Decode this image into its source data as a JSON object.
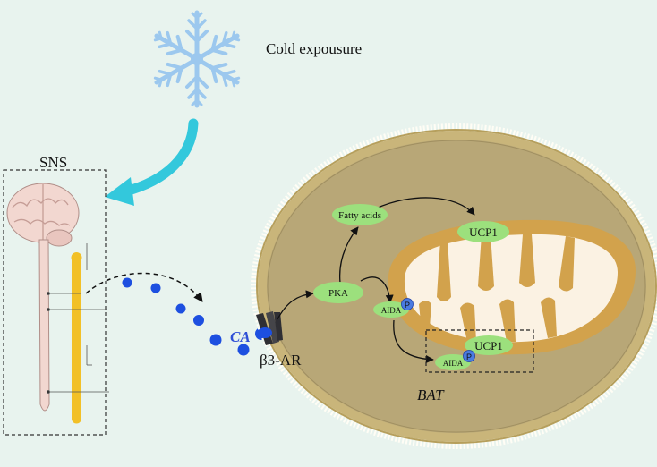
{
  "labels": {
    "cold_exposure": "Cold expousure",
    "sns": "SNS",
    "ca": "CA",
    "beta3_ar": "β3-AR",
    "pka": "PKA",
    "fatty_acids": "Fatty acids",
    "ucp1_top": "UCP1",
    "ucp1_box": "UCP1",
    "aida_top": "AIDA",
    "aida_box": "AIDA",
    "p_top": "P",
    "p_box": "P",
    "bat": "BAT"
  },
  "colors": {
    "background": "#e8f3ee",
    "snowflake": "#9cc8ee",
    "cold_arrow": "#33c8dc",
    "ca_dots": "#1d4fe0",
    "ca_text": "#2f4fd6",
    "cell_outer": "#c9b57a",
    "cell_inner": "#b8a777",
    "mito_outer": "#d2a24c",
    "mito_inner": "#fbf2e3",
    "node_green": "#9ce07d",
    "spine_yellow": "#f2c027",
    "phospho": "#4a7be0"
  }
}
